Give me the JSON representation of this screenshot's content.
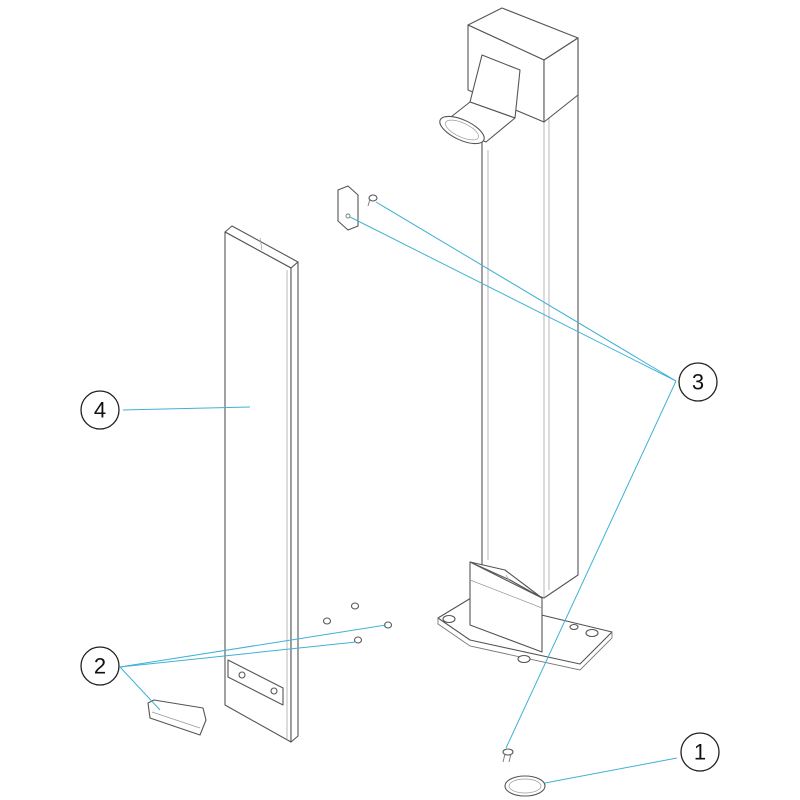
{
  "leader_color": "#3fb1d6",
  "callouts": [
    {
      "id": "1",
      "label": "1"
    },
    {
      "id": "2",
      "label": "2"
    },
    {
      "id": "3",
      "label": "3"
    },
    {
      "id": "4",
      "label": "4"
    }
  ]
}
